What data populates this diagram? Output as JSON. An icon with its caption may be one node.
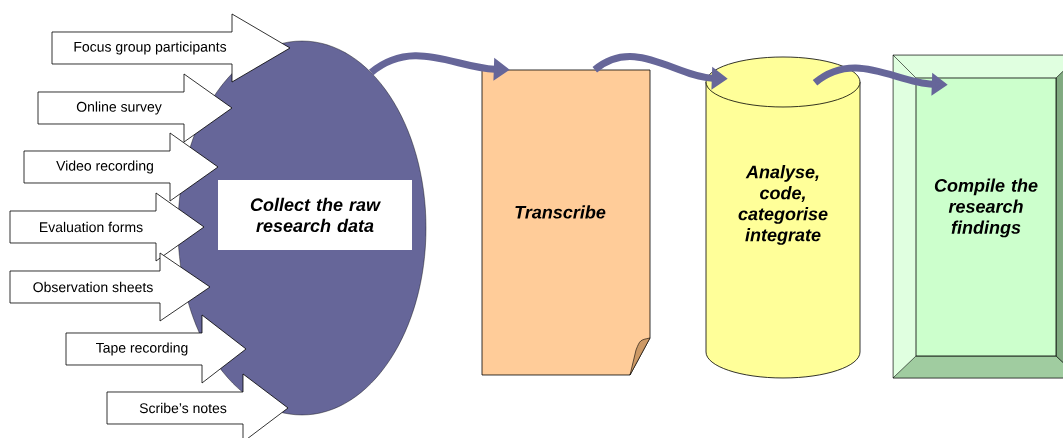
{
  "diagram": {
    "nodes": [
      {
        "text": [
          "Focus group participants"
        ]
      },
      {
        "text": [
          "Online survey"
        ]
      },
      {
        "text": [
          "Video recording"
        ]
      },
      {
        "text": [
          "Evaluation forms"
        ]
      },
      {
        "text": [
          "Observation sheets"
        ]
      },
      {
        "text": [
          "Tape recording"
        ]
      },
      {
        "text": [
          "Scribe’s notes"
        ]
      },
      {
        "text": [
          "Collect the raw research data"
        ]
      },
      {
        "text": [
          "Transcribe"
        ]
      },
      {
        "text": [
          "Analyse, code, categorise integrate"
        ]
      },
      {
        "text": [
          "Compile the research findings"
        ]
      }
    ],
    "edges": [
      {
        "from": 7,
        "to": 8,
        "arrow": "to"
      },
      {
        "from": 8,
        "to": 9,
        "arrow": "to"
      },
      {
        "from": 9,
        "to": 10,
        "arrow": "to"
      }
    ]
  }
}
